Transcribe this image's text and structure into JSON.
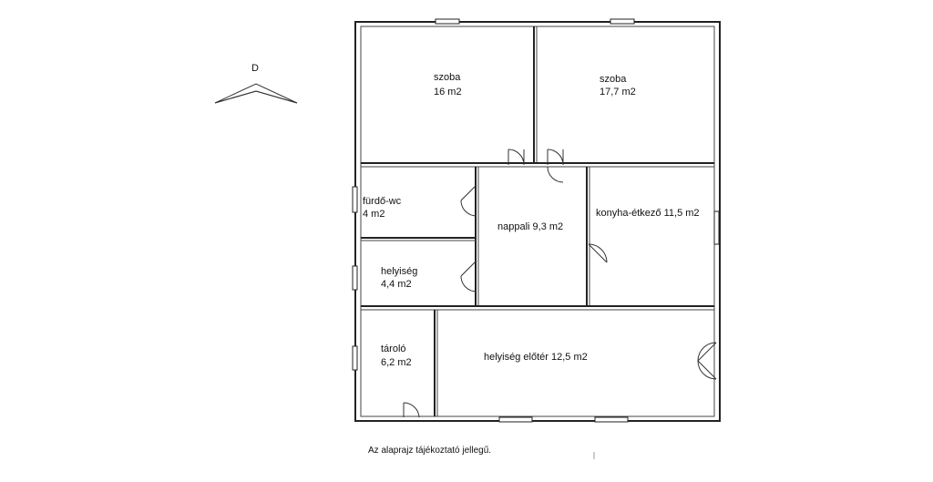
{
  "compass": {
    "label": "D"
  },
  "rooms": [
    {
      "id": "szoba-1",
      "name": "szoba",
      "area": "16 m2"
    },
    {
      "id": "szoba-2",
      "name": "szoba",
      "area": "17,7 m2"
    },
    {
      "id": "furdo",
      "name": "fürdő-wc",
      "area": "4 m2"
    },
    {
      "id": "nappali",
      "name": "nappali 9,3 m2",
      "area": ""
    },
    {
      "id": "konyha",
      "name": "konyha-étkező 11,5 m2",
      "area": ""
    },
    {
      "id": "helyiseg",
      "name": "helyiség",
      "area": "4,4 m2"
    },
    {
      "id": "tarolo",
      "name": "tároló",
      "area": "6,2 m2"
    },
    {
      "id": "eloter",
      "name": "helyiség előtér 12,5 m2",
      "area": ""
    }
  ],
  "footnote": "Az alaprajz tájékoztató jellegű."
}
